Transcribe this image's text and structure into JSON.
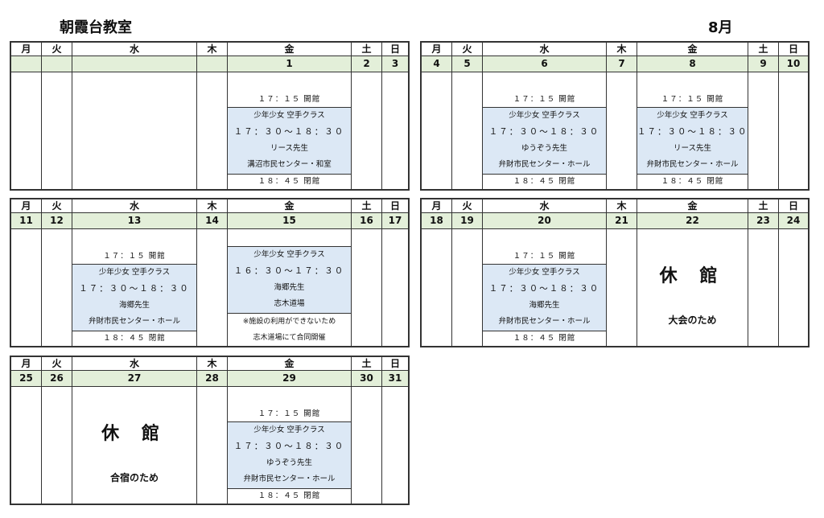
{
  "header": {
    "school_name": "朝霞台教室",
    "month": "8月"
  },
  "weekday_labels": [
    "月",
    "火",
    "水",
    "木",
    "金",
    "土",
    "日"
  ],
  "weeks": [
    {
      "dates": [
        "",
        "",
        "",
        "",
        "1",
        "2",
        "3"
      ],
      "events": [
        {
          "open": "１７：１５ 開館",
          "class_name": "少年少女 空手クラス",
          "time": "１７：３０～１８：３０",
          "teacher": "リース先生",
          "place": "溝沼市民センター・和室",
          "close": "１８：４５ 閉館"
        }
      ]
    },
    {
      "dates": [
        "4",
        "5",
        "6",
        "7",
        "8",
        "9",
        "10"
      ],
      "events": [
        {
          "open": "１７：１５ 開館",
          "class_name": "少年少女 空手クラス",
          "time": "１７：３０～１８：３０",
          "teacher": "ゆうぞう先生",
          "place": "弁財市民センター・ホール",
          "close": "１８：４５ 閉館"
        },
        {
          "open": "１７：１５ 開館",
          "class_name": "少年少女 空手クラス",
          "time": "１７：３０～１８：３０",
          "teacher": "リース先生",
          "place": "弁財市民センター・ホール",
          "close": "１８：４５ 閉館"
        }
      ]
    },
    {
      "dates": [
        "11",
        "12",
        "13",
        "14",
        "15",
        "16",
        "17"
      ],
      "events": [
        {
          "open": "１７：１５ 開館",
          "class_name": "少年少女 空手クラス",
          "time": "１７：３０～１８：３０",
          "teacher": "海郷先生",
          "place": "弁財市民センター・ホール",
          "close": "１８：４５ 閉館"
        },
        {
          "class_name": "少年少女 空手クラス",
          "time": "１６：３０～１７：３０",
          "teacher": "海郷先生",
          "place": "志木道場",
          "note1": "※施設の利用ができないため",
          "note2": "志木道場にて合同開催"
        }
      ]
    },
    {
      "dates": [
        "18",
        "19",
        "20",
        "21",
        "22",
        "23",
        "24"
      ],
      "events": [
        {
          "open": "１７：１５ 開館",
          "class_name": "少年少女 空手クラス",
          "time": "１７：３０～１８：３０",
          "teacher": "海郷先生",
          "place": "弁財市民センター・ホール",
          "close": "１８：４５ 閉館"
        },
        {
          "closed": "休 館",
          "reason": "大会のため"
        }
      ]
    },
    {
      "dates": [
        "25",
        "26",
        "27",
        "28",
        "29",
        "30",
        "31"
      ],
      "events": [
        {
          "closed": "休 館",
          "reason": "合宿のため"
        },
        {
          "open": "１７：１５ 開館",
          "class_name": "少年少女 空手クラス",
          "time": "１７：３０～１８：３０",
          "teacher": "ゆうぞう先生",
          "place": "弁財市民センター・ホール",
          "close": "１８：４５ 閉館"
        }
      ]
    }
  ]
}
